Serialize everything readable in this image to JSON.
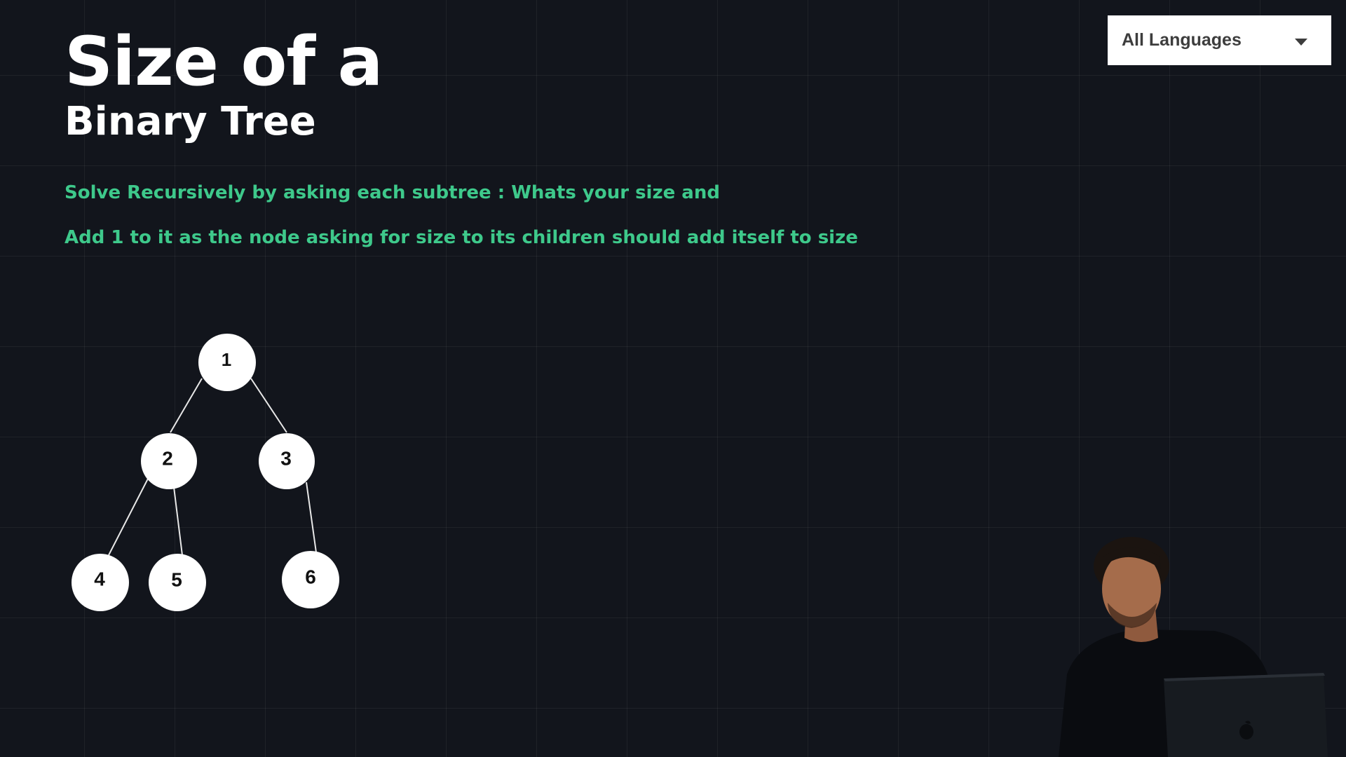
{
  "slide": {
    "title_line1": "Size of a",
    "title_line2": "Binary Tree",
    "description_line1": "Solve Recursively by asking each subtree : Whats your size and",
    "description_line2": "Add 1 to it as the node asking for size to its children should add itself to size"
  },
  "language_select": {
    "selected": "All Languages",
    "icon": "chevron-down-icon"
  },
  "tree": {
    "nodes": [
      {
        "id": "n1",
        "label": "1"
      },
      {
        "id": "n2",
        "label": "2"
      },
      {
        "id": "n3",
        "label": "3"
      },
      {
        "id": "n4",
        "label": "4"
      },
      {
        "id": "n5",
        "label": "5"
      },
      {
        "id": "n6",
        "label": "6"
      }
    ],
    "edges": [
      [
        "1",
        "2"
      ],
      [
        "1",
        "3"
      ],
      [
        "2",
        "4"
      ],
      [
        "2",
        "5"
      ],
      [
        "3",
        "6"
      ]
    ]
  },
  "colors": {
    "background": "#12151c",
    "title": "#ffffff",
    "description": "#3ec98b",
    "node_fill": "#ffffff",
    "node_text": "#111111"
  }
}
